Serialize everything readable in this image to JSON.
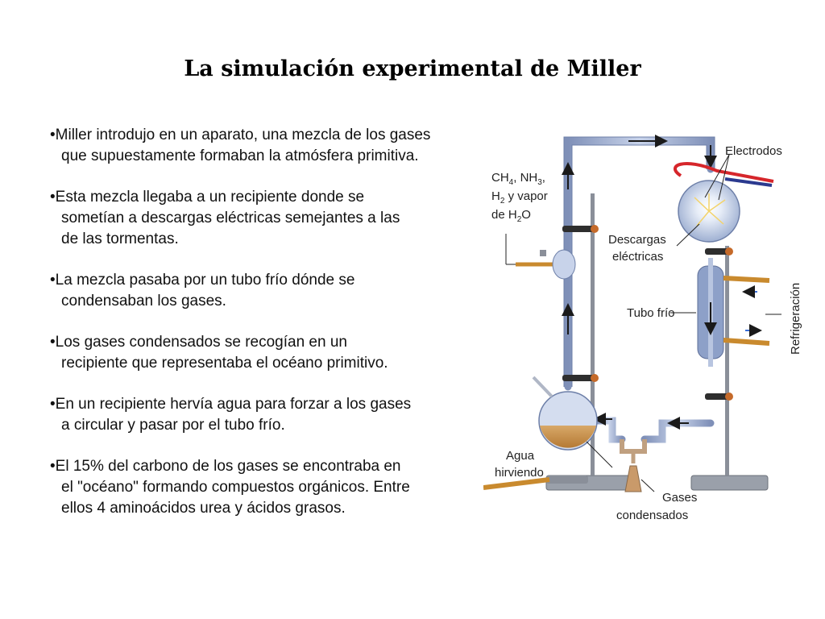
{
  "title": "La simulación experimental de Miller",
  "bullets": [
    {
      "lines": [
        "•Miller introdujo en un aparato, una mezcla de los gases",
        "que supuestamente formaban la atmósfera primitiva."
      ]
    },
    {
      "lines": [
        "•Esta mezcla llegaba a un recipiente donde se",
        "sometían a descargas eléctricas semejantes a las",
        "de las tormentas."
      ]
    },
    {
      "lines": [
        "•La mezcla pasaba por un tubo frío dónde se",
        "condensaban los gases."
      ]
    },
    {
      "lines": [
        "•Los gases condensados se recogían en un",
        "recipiente que representaba el océano primitivo."
      ]
    },
    {
      "lines": [
        "•En un recipiente hervía agua para forzar a los gases",
        "a circular y pasar por el tubo frío."
      ]
    },
    {
      "lines": [
        "•El 15% del carbono de los gases se encontraba en",
        "el \"océano\" formando compuestos orgánicos. Entre",
        "ellos 4 aminoácidos urea y ácidos grasos."
      ]
    }
  ],
  "diagram": {
    "labels": {
      "gases_line1_a": "CH",
      "gases_line1_sub1": "4",
      "gases_line1_b": ", NH",
      "gases_line1_sub2": "3",
      "gases_line1_c": ",",
      "gases_line2_a": "H",
      "gases_line2_sub": "2",
      "gases_line2_b": " y vapor",
      "gases_line3_a": "de H",
      "gases_line3_sub": "2",
      "gases_line3_b": "O",
      "electrodos": "Electrodos",
      "descargas_1": "Descargas",
      "descargas_2": "eléctricas",
      "tubo_frio": "Tubo frío",
      "refrigeracion": "Refrigeración",
      "agua_1": "Agua",
      "agua_2": "hirviendo",
      "gases_cond_1": "Gases",
      "gases_cond_2": "condensados"
    },
    "colors": {
      "glass": "#a9b8d6",
      "glass_edge": "#6d7fa8",
      "electrode_red": "#d6262b",
      "electrode_blue": "#2b3a8f",
      "water": "#c9924c",
      "hose": "#c98a2e",
      "stand": "#8a8f99",
      "arrow": "#1a1a1a",
      "flow_arrow": "#3a6fd8"
    }
  }
}
